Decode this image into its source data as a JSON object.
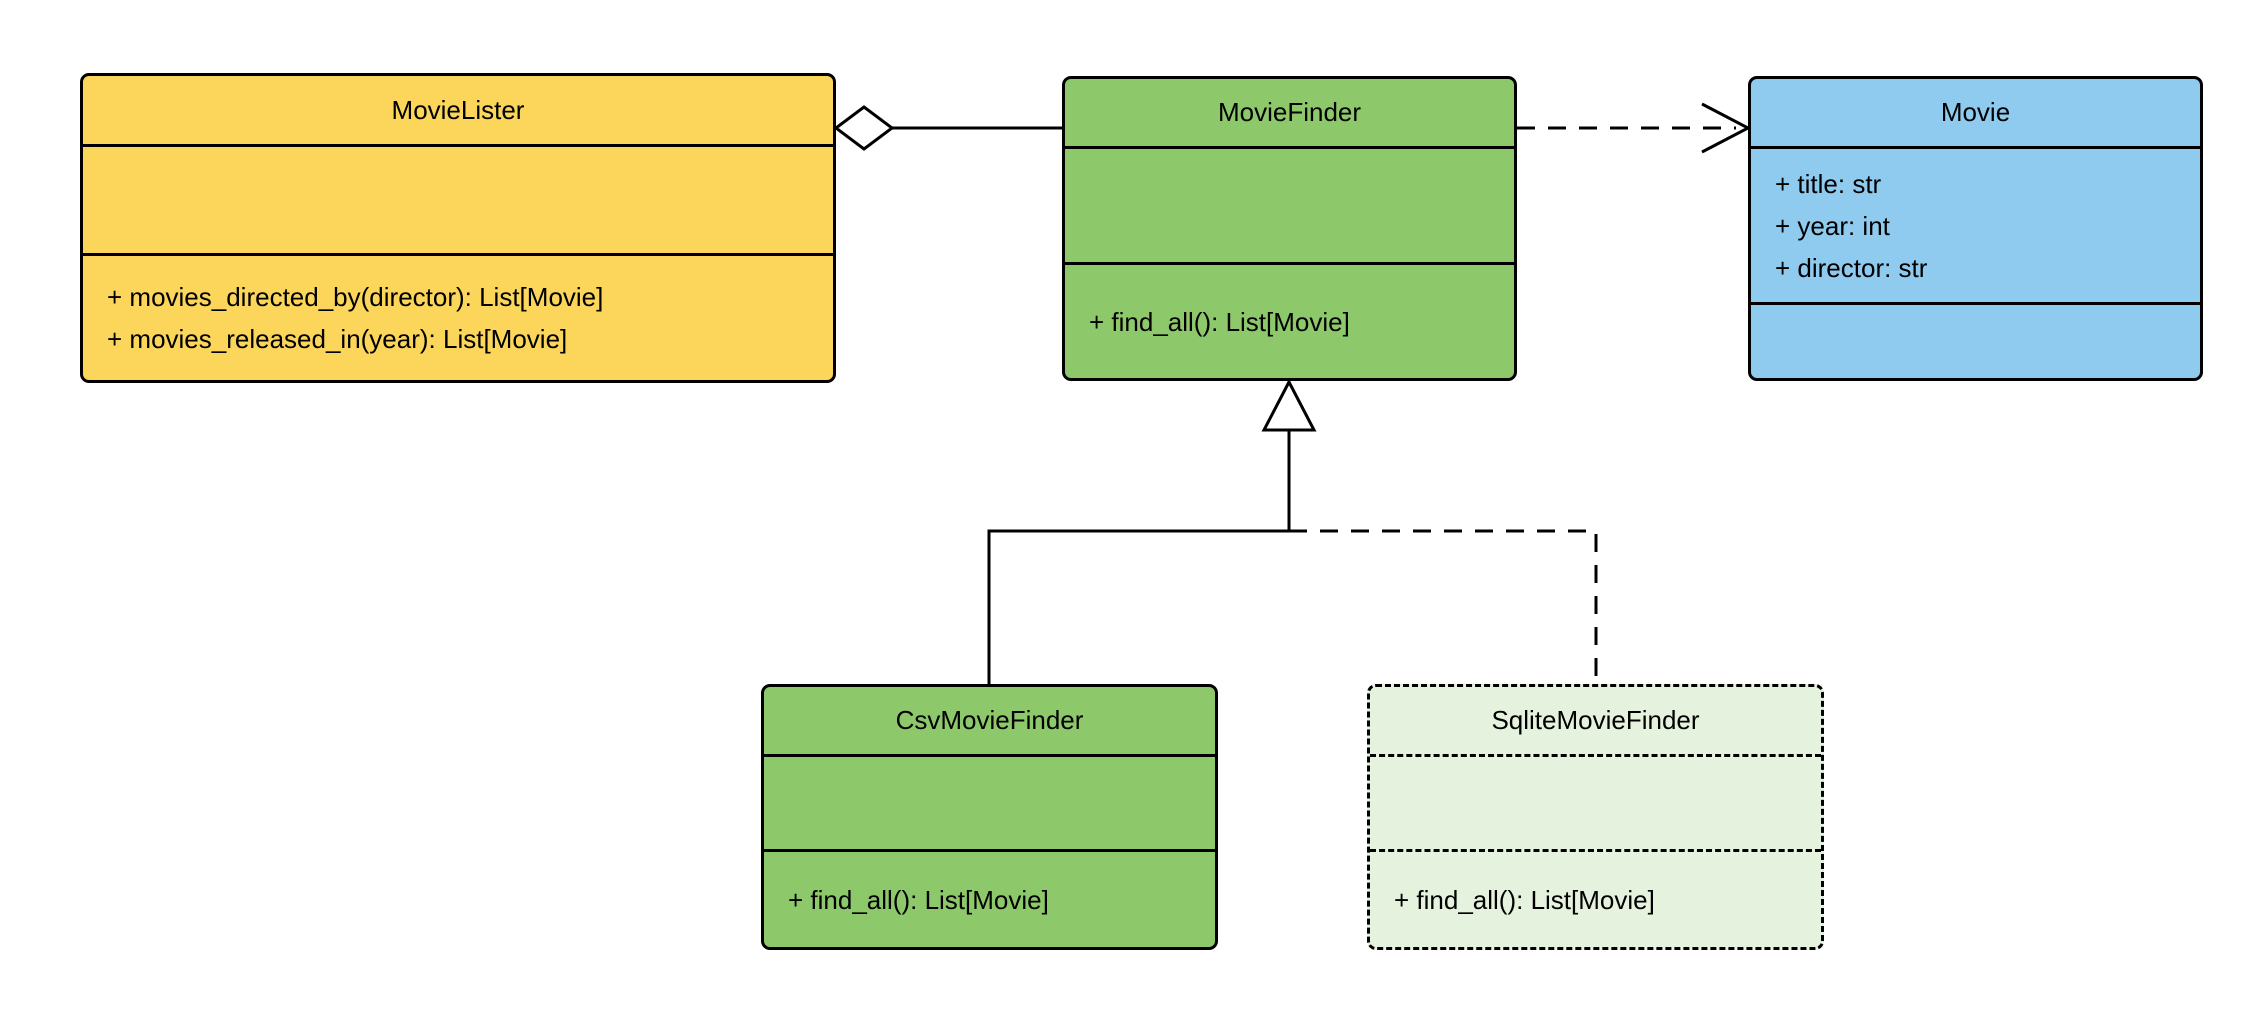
{
  "diagram": {
    "background": "#ffffff",
    "stroke": "#000000",
    "classes": [
      {
        "name": "MovieLister",
        "fill": "#FBD65B",
        "border_style": "solid",
        "attributes": [],
        "methods": [
          "+ movies_directed_by(director): List[Movie]",
          "+ movies_released_in(year): List[Movie]"
        ]
      },
      {
        "name": "MovieFinder",
        "fill": "#8DC96A",
        "border_style": "solid",
        "attributes": [],
        "methods": [
          "+ find_all(): List[Movie]"
        ]
      },
      {
        "name": "Movie",
        "fill": "#8FCAEF",
        "border_style": "solid",
        "attributes": [
          "+ title: str",
          "+ year: int",
          "+ director: str"
        ],
        "methods": []
      },
      {
        "name": "CsvMovieFinder",
        "fill": "#8DC96A",
        "border_style": "solid",
        "attributes": [],
        "methods": [
          "+ find_all(): List[Movie]"
        ]
      },
      {
        "name": "SqliteMovieFinder",
        "fill": "#E5F2DE",
        "border_style": "dashed",
        "attributes": [],
        "methods": [
          "+ find_all(): List[Movie]"
        ]
      }
    ],
    "relationships": [
      {
        "type": "aggregation",
        "from": "MovieLister",
        "to": "MovieFinder",
        "line": "solid"
      },
      {
        "type": "dependency",
        "from": "MovieFinder",
        "to": "Movie",
        "line": "dashed"
      },
      {
        "type": "generalization",
        "from": "CsvMovieFinder",
        "to": "MovieFinder",
        "line": "solid"
      },
      {
        "type": "generalization",
        "from": "SqliteMovieFinder",
        "to": "MovieFinder",
        "line": "dashed"
      }
    ]
  }
}
